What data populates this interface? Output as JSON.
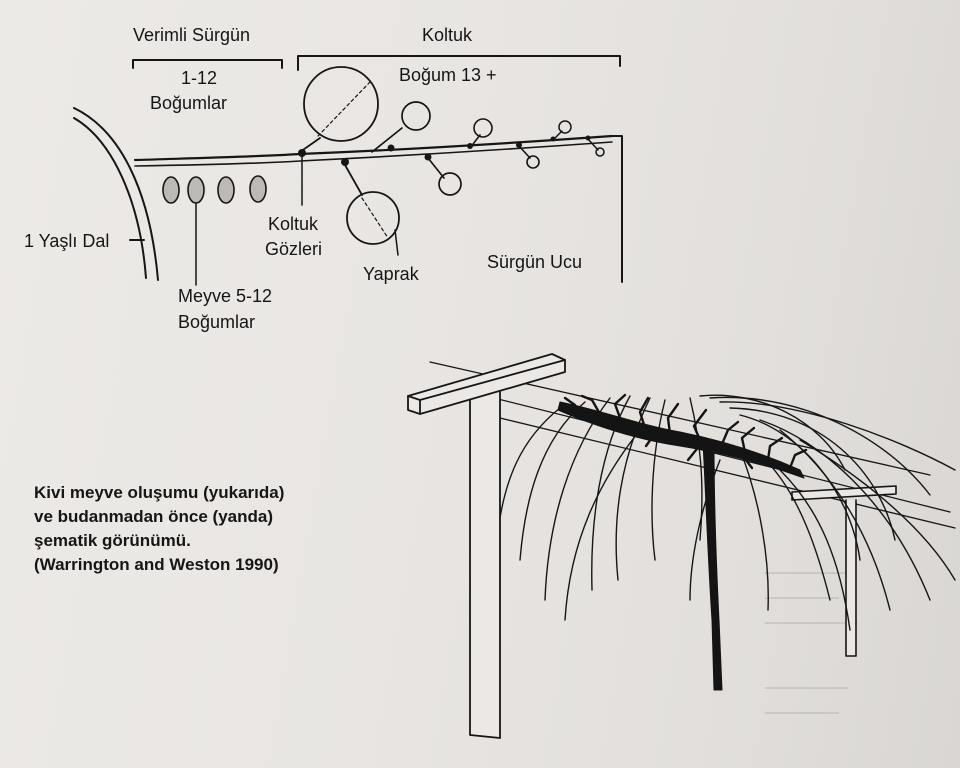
{
  "labels": {
    "verimli_surgun": "Verimli Sürgün",
    "nodes_1_12": "1-12",
    "bogumlar": "Boğumlar",
    "koltuk": "Koltuk",
    "bogum_13": "Boğum 13 +",
    "bir_yasli_dal": "1 Yaşlı Dal",
    "koltuk_gozleri_1": "Koltuk",
    "koltuk_gozleri_2": "Gözleri",
    "yaprak": "Yaprak",
    "surgun_ucu": "Sürgün Ucu",
    "meyve_1": "Meyve 5-12",
    "meyve_2": "Boğumlar"
  },
  "caption": {
    "line1": "Kivi meyve oluşumu (yukarıda)",
    "line2": "ve budanmadan önce (yanda)",
    "line3": "şematik görünümü.",
    "line4": "(Warrington and Weston 1990)"
  },
  "colors": {
    "paper": "#e9e6e3",
    "ink": "#161616"
  }
}
